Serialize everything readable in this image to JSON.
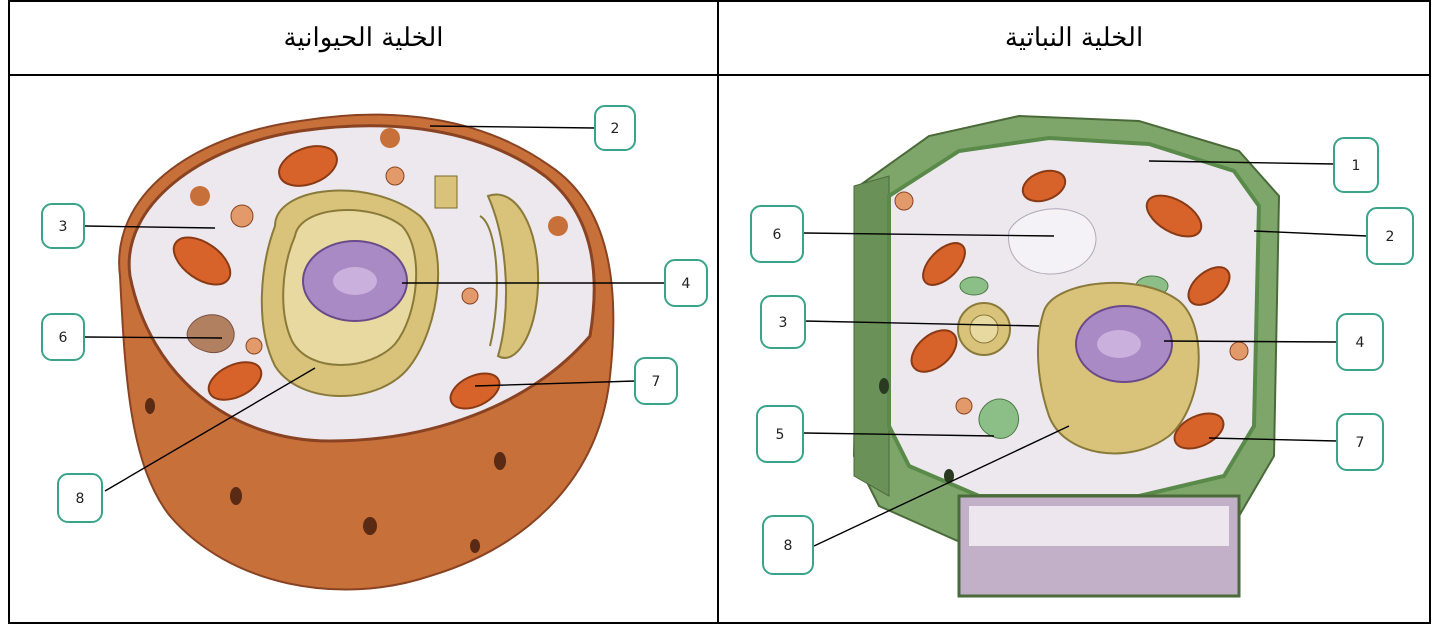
{
  "headers": {
    "animal_cell": "الخلية الحيوانية",
    "plant_cell": "الخلية النباتية"
  },
  "animal_labels": [
    "2",
    "3",
    "4",
    "6",
    "7",
    "8"
  ],
  "plant_labels": [
    "1",
    "2",
    "3",
    "4",
    "5",
    "6",
    "7",
    "8"
  ],
  "colors": {
    "membrane": "#c8703a",
    "cytoplasm": "#ece8ee",
    "nucleus": "#a98ac4",
    "er": "#d9c27a",
    "mitochondria": "#d8632a",
    "cell_wall": "#7fa66a",
    "callout_border": "#3aa38a"
  }
}
